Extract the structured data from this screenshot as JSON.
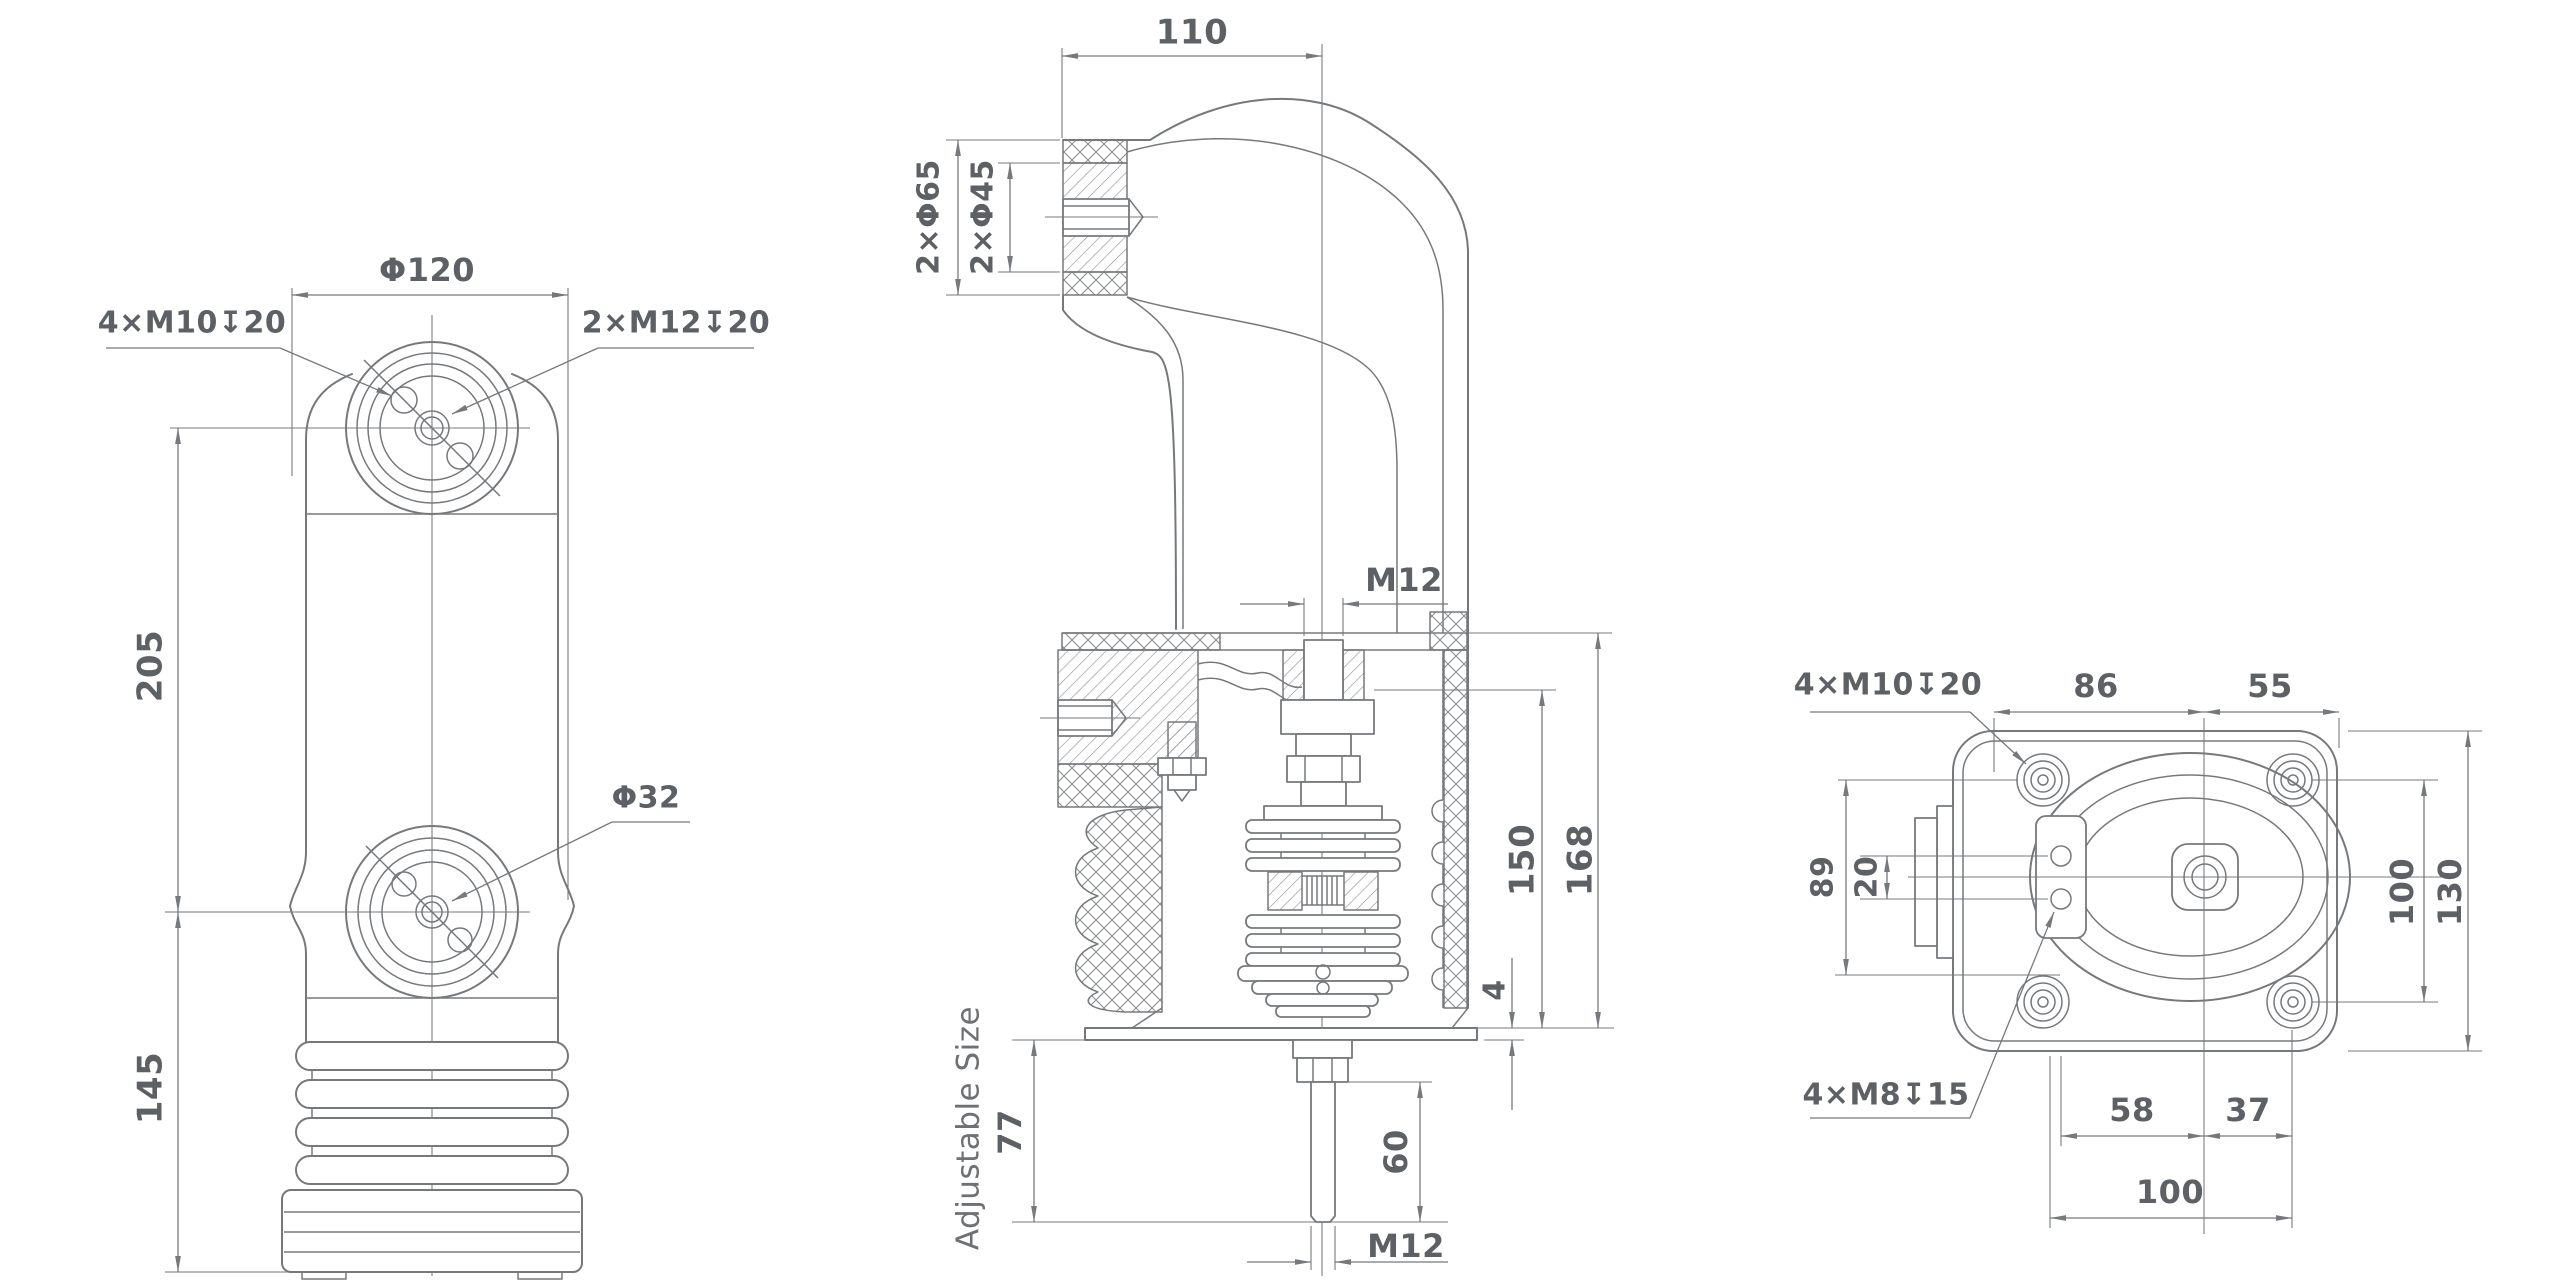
{
  "drawing": {
    "colors": {
      "background": "#ffffff",
      "line": "#76797c",
      "text": "#5d6064"
    },
    "front_view": {
      "dia_mount": "Φ120",
      "tap_m10": "4×M10↧20",
      "tap_m12": "2×M12↧20",
      "dia_contact": "Φ32",
      "len_upper": "205",
      "len_lower": "145"
    },
    "section_view": {
      "width_arm": "110",
      "dia_pair_outer": "2×Φ65",
      "dia_pair_inner": "2×Φ45",
      "stud_top": "M12",
      "len_inner": "150",
      "len_outer": "168",
      "gap_plate": "4",
      "len_adjust": "77",
      "len_stem": "60",
      "stud_bottom": "M12",
      "note_adjustable": "Adjustable Size"
    },
    "bottom_view": {
      "tap_m10": "4×M10↧20",
      "span_86": "86",
      "span_55": "55",
      "span_89": "89",
      "span_20": "20",
      "span_100_v": "100",
      "span_130": "130",
      "tap_m8": "4×M8↧15",
      "span_58": "58",
      "span_37": "37",
      "span_100_h": "100"
    }
  }
}
